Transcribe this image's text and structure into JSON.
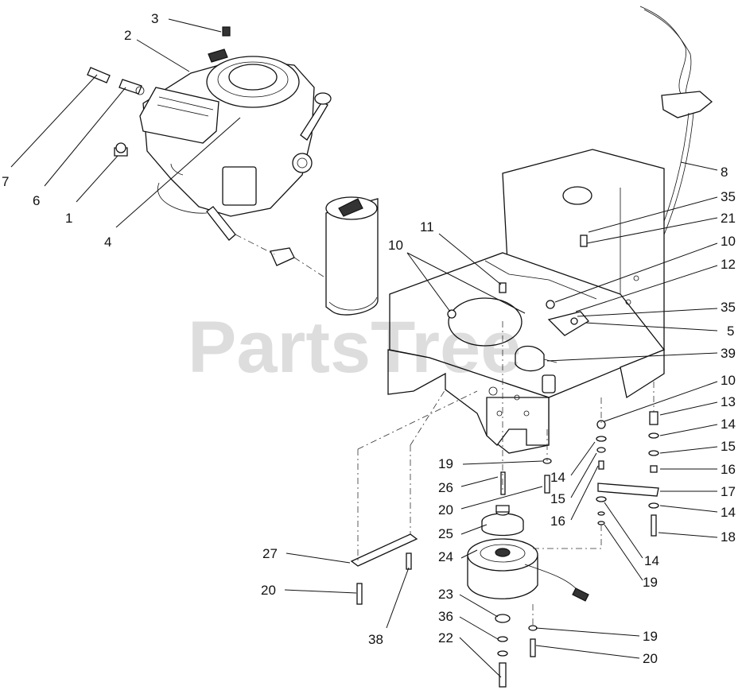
{
  "watermark": "PartsTree",
  "callouts": [
    {
      "id": "c3",
      "label": "3"
    },
    {
      "id": "c2",
      "label": "2"
    },
    {
      "id": "c7",
      "label": "7"
    },
    {
      "id": "c6",
      "label": "6"
    },
    {
      "id": "c1",
      "label": "1"
    },
    {
      "id": "c4",
      "label": "4"
    },
    {
      "id": "c8",
      "label": "8"
    },
    {
      "id": "c35a",
      "label": "35"
    },
    {
      "id": "c21",
      "label": "21"
    },
    {
      "id": "c11",
      "label": "11"
    },
    {
      "id": "c10a",
      "label": "10"
    },
    {
      "id": "c10b",
      "label": "10"
    },
    {
      "id": "c12",
      "label": "12"
    },
    {
      "id": "c35b",
      "label": "35"
    },
    {
      "id": "c5",
      "label": "5"
    },
    {
      "id": "c39",
      "label": "39"
    },
    {
      "id": "c10c",
      "label": "10"
    },
    {
      "id": "c13",
      "label": "13"
    },
    {
      "id": "c14a",
      "label": "14"
    },
    {
      "id": "c15a",
      "label": "15"
    },
    {
      "id": "c16a",
      "label": "16"
    },
    {
      "id": "c17",
      "label": "17"
    },
    {
      "id": "c14b",
      "label": "14"
    },
    {
      "id": "c18",
      "label": "18"
    },
    {
      "id": "c19a",
      "label": "19"
    },
    {
      "id": "c26",
      "label": "26"
    },
    {
      "id": "c20a",
      "label": "20"
    },
    {
      "id": "c14c",
      "label": "14"
    },
    {
      "id": "c15b",
      "label": "15"
    },
    {
      "id": "c16b",
      "label": "16"
    },
    {
      "id": "c25",
      "label": "25"
    },
    {
      "id": "c24",
      "label": "24"
    },
    {
      "id": "c27",
      "label": "27"
    },
    {
      "id": "c14d",
      "label": "14"
    },
    {
      "id": "c19b",
      "label": "19"
    },
    {
      "id": "c20b",
      "label": "20"
    },
    {
      "id": "c23",
      "label": "23"
    },
    {
      "id": "c36",
      "label": "36"
    },
    {
      "id": "c22",
      "label": "22"
    },
    {
      "id": "c38",
      "label": "38"
    },
    {
      "id": "c19c",
      "label": "19"
    },
    {
      "id": "c20c",
      "label": "20"
    }
  ]
}
